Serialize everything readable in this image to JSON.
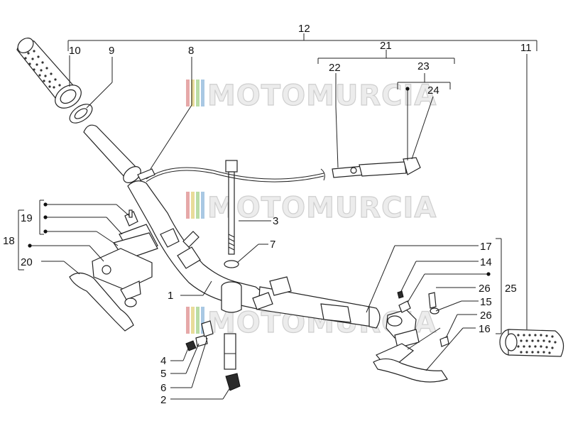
{
  "watermark": {
    "text": "MOTOMURCIA",
    "colors": [
      "#e6a8a8",
      "#e8dc9a",
      "#b9dca5",
      "#a9c8e3"
    ]
  },
  "labels": {
    "n1": "1",
    "n2": "2",
    "n3": "3",
    "n4": "4",
    "n5": "5",
    "n6": "6",
    "n7": "7",
    "n8": "8",
    "n9": "9",
    "n10": "10",
    "n11": "11",
    "n12": "12",
    "n14": "14",
    "n15": "15",
    "n16": "16",
    "n17": "17",
    "n18": "18",
    "n19": "19",
    "n20": "20",
    "n21": "21",
    "n22": "22",
    "n23": "23",
    "n24": "24",
    "n25": "25",
    "n26a": "26",
    "n26b": "26"
  }
}
